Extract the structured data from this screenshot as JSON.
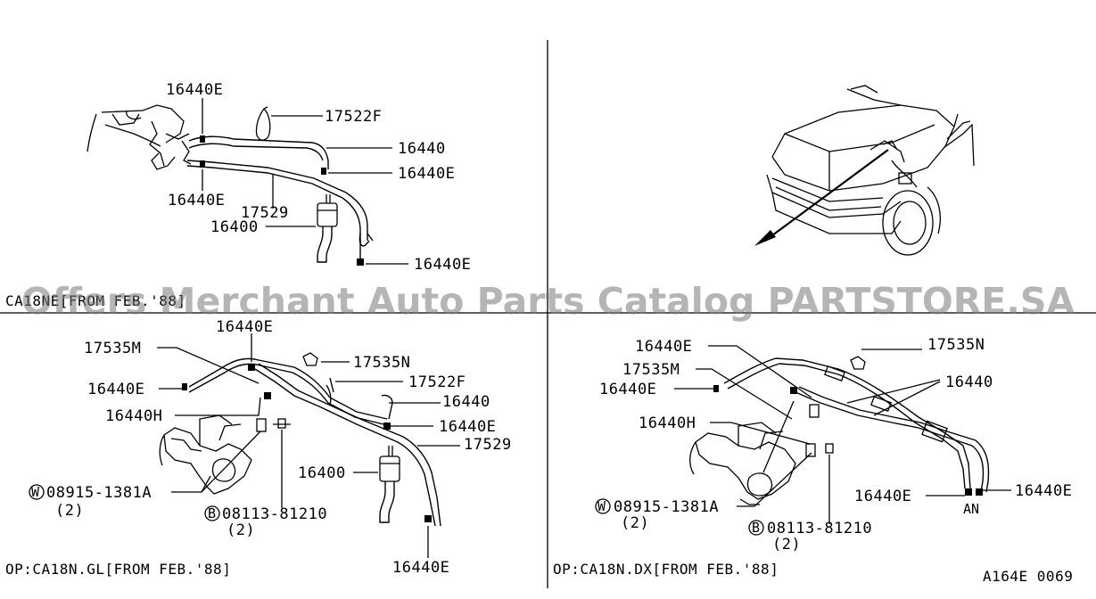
{
  "diagram": {
    "watermark": "Offers Merchant Auto Parts Catalog PARTSTORE.SA",
    "figure_code": "A164E 0069",
    "panel_top_left": {
      "caption": "CA18NE[FROM FEB.'88]",
      "labels": {
        "clamp_top": "16440E",
        "cap": "17522F",
        "hose": "16440",
        "clamp_mid": "16440E",
        "clamp_left": "16440E",
        "hose_return": "17529",
        "filter": "16400",
        "clamp_bottom": "16440E"
      }
    },
    "panel_bottom_left": {
      "caption": "OP:CA18N.GL[FROM FEB.'88]",
      "labels": {
        "clamp_top": "16440E",
        "hose_m": "17535M",
        "hose_n": "17535N",
        "cap": "17522F",
        "clamp_left": "16440E",
        "hose": "16440",
        "clamp_h": "16440H",
        "clamp_mid": "16440E",
        "hose_return": "17529",
        "filter": "16400",
        "washer_code": "W",
        "washer": "08915-1381A",
        "washer_qty": "(2)",
        "bolt_code": "B",
        "bolt": "08113-81210",
        "bolt_qty": "(2)",
        "clamp_bottom": "16440E"
      }
    },
    "panel_bottom_right": {
      "caption": "OP:CA18N.DX[FROM FEB.'88]",
      "labels": {
        "clamp_top": "16440E",
        "hose_n": "17535N",
        "hose_m": "17535M",
        "hose": "16440",
        "clamp_left": "16440E",
        "clamp_h": "16440H",
        "washer_code": "W",
        "washer": "08915-1381A",
        "washer_qty": "(2)",
        "clamp_bottom": "16440E",
        "clamp_right": "16440E",
        "bolt_code": "B",
        "bolt": "08113-81210",
        "bolt_qty": "(2)",
        "small_mark": "AN"
      }
    }
  }
}
